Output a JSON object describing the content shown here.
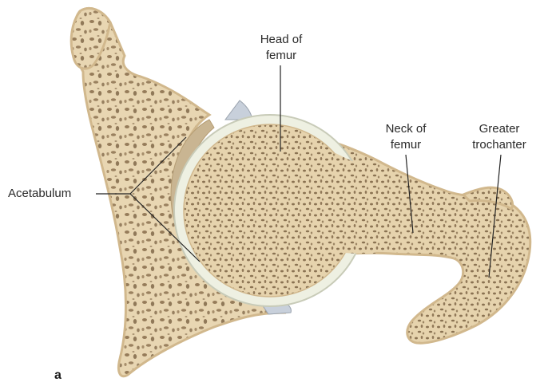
{
  "figure": {
    "panel_letter": "a",
    "labels": {
      "head_of_femur": [
        "Head of",
        "femur"
      ],
      "neck_of_femur": [
        "Neck of",
        "femur"
      ],
      "greater_trochanter": [
        "Greater",
        "trochanter"
      ],
      "acetabulum": "Acetabulum"
    },
    "colors": {
      "bone": "#e8d6b2",
      "bone_edge": "#d1b88d",
      "trabecula_pores": "#6b5134",
      "cartilage": "#eef0e2",
      "cartilage_edge": "#c8cbb8",
      "joint_cavity": "#c9b592",
      "labrum": "#c8d0db",
      "leader_lines": "#222222"
    }
  }
}
